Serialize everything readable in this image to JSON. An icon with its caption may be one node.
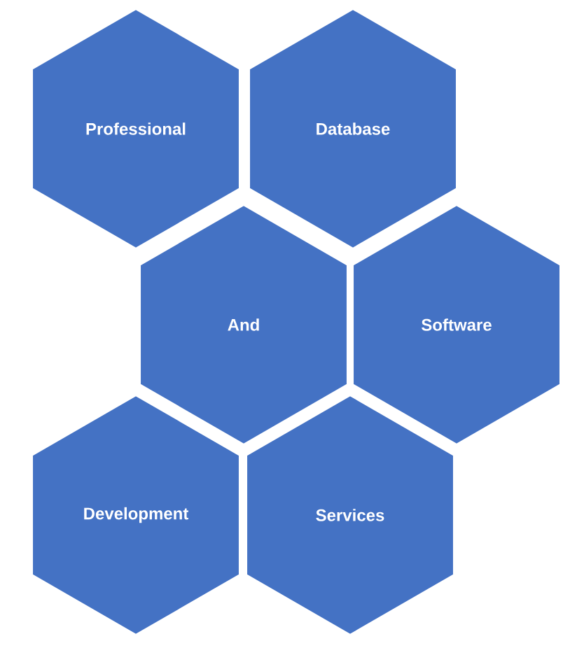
{
  "diagram": {
    "nodes": [
      {
        "text": [
          "Professional"
        ]
      },
      {
        "text": [
          "Database"
        ]
      },
      {
        "text": [
          "And"
        ]
      },
      {
        "text": [
          "Software"
        ]
      },
      {
        "text": [
          "Development"
        ]
      },
      {
        "text": [
          "Services"
        ]
      }
    ]
  }
}
